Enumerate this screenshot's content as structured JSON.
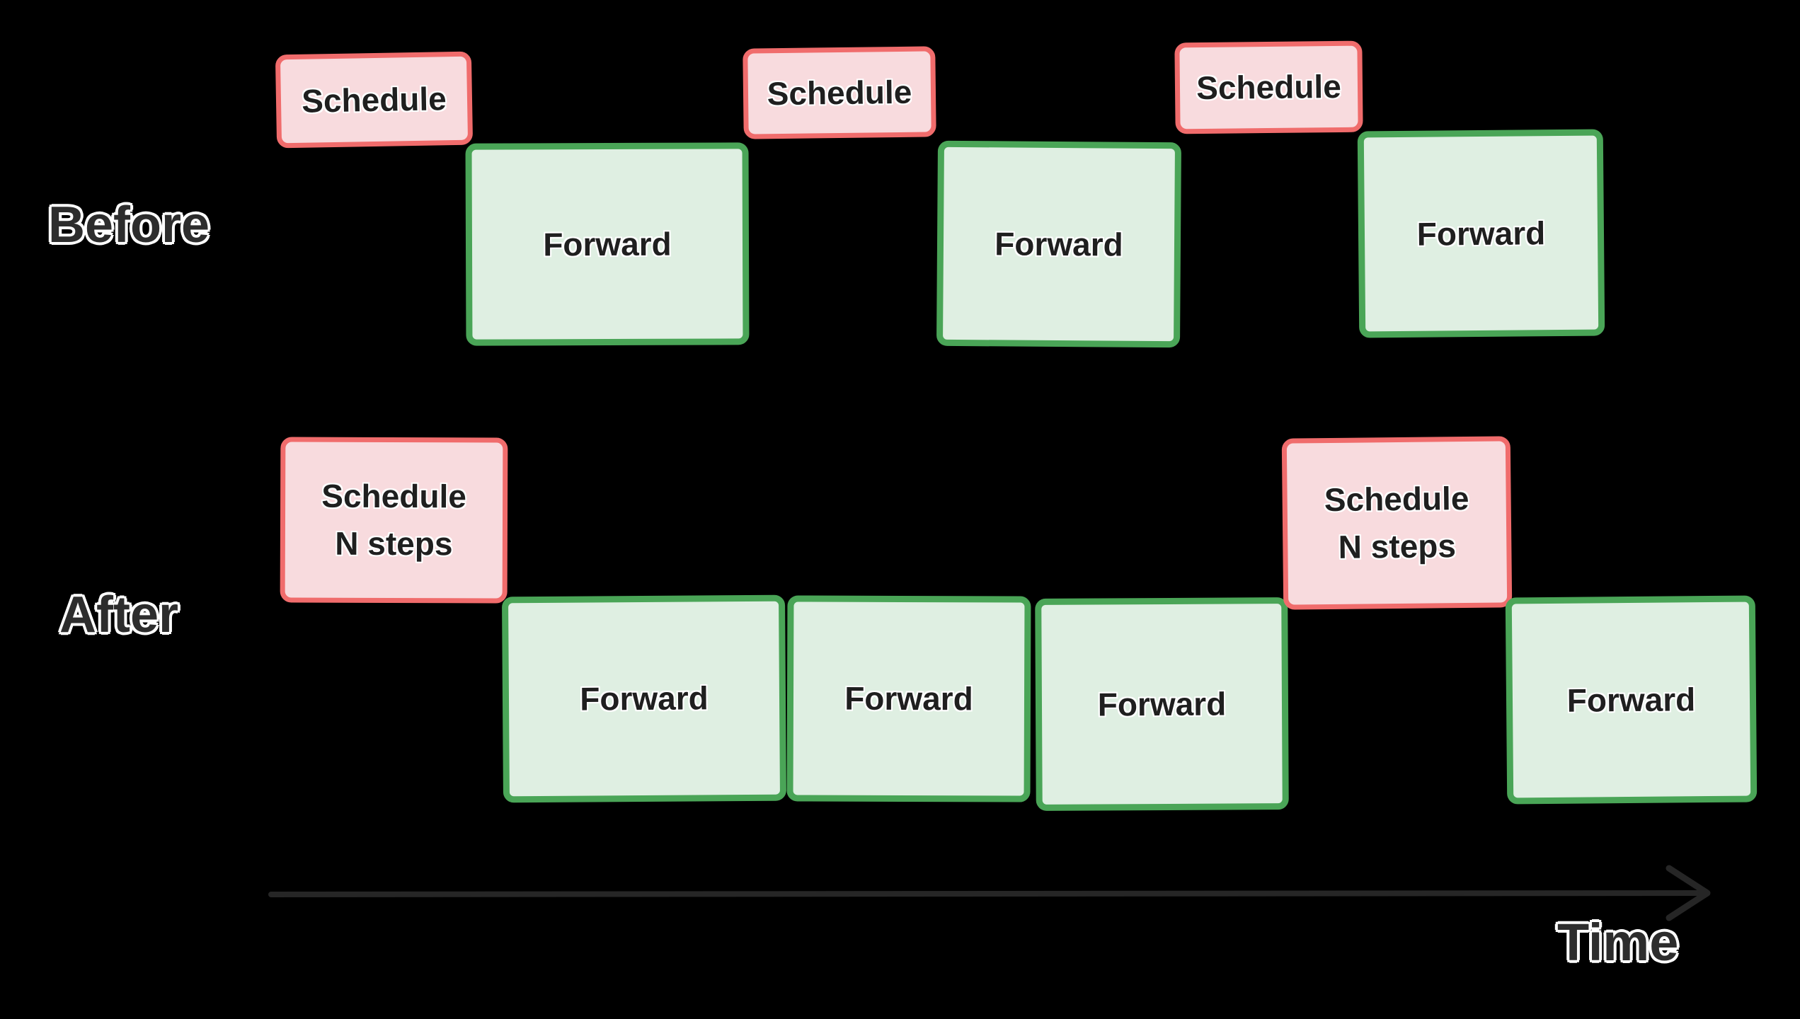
{
  "colors": {
    "background": "#000000",
    "schedule_fill": "#f8dbde",
    "schedule_border": "#f06c6c",
    "forward_fill": "#dfefe2",
    "forward_border": "#4aa557",
    "box_text": "#1f1f1f",
    "label_text": "#2d2d2d",
    "label_outline": "#ffffff",
    "arrow": "#262626"
  },
  "before_row": {
    "label": "Before",
    "blocks": [
      {
        "kind": "schedule",
        "label": "Schedule"
      },
      {
        "kind": "forward",
        "label": "Forward"
      },
      {
        "kind": "schedule",
        "label": "Schedule"
      },
      {
        "kind": "forward",
        "label": "Forward"
      },
      {
        "kind": "schedule",
        "label": "Schedule"
      },
      {
        "kind": "forward",
        "label": "Forward"
      }
    ]
  },
  "after_row": {
    "label": "After",
    "blocks": [
      {
        "kind": "schedule",
        "label": "Schedule\nN steps"
      },
      {
        "kind": "forward",
        "label": "Forward"
      },
      {
        "kind": "forward",
        "label": "Forward"
      },
      {
        "kind": "forward",
        "label": "Forward"
      },
      {
        "kind": "schedule",
        "label": "Schedule\nN steps"
      },
      {
        "kind": "forward",
        "label": "Forward"
      }
    ]
  },
  "time_axis": {
    "label": "Time"
  }
}
